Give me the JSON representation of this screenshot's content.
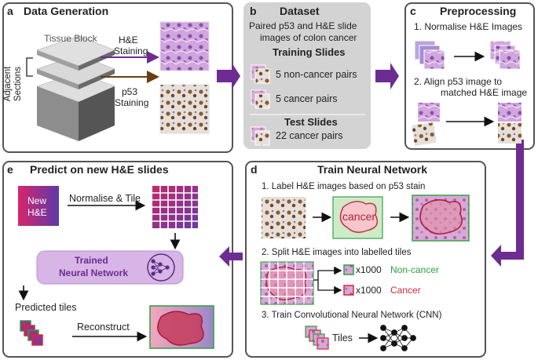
{
  "panels": {
    "a": {
      "letter": "a",
      "title": "Data Generation",
      "tissue_block": "Tissue Block",
      "he_staining": [
        "H&E",
        "Staining"
      ],
      "p53_staining": [
        "p53",
        "Staining"
      ],
      "adjacent_sections": [
        "Adjacent",
        "Sections"
      ]
    },
    "b": {
      "letter": "b",
      "title": "Dataset",
      "subtitle": [
        "Paired p53 and H&E slide",
        "images of colon cancer"
      ],
      "training_heading": "Training Slides",
      "training_items": [
        "5 non-cancer pairs",
        "5 cancer pairs"
      ],
      "test_heading": "Test  Slides",
      "test_items": [
        "22 cancer pairs"
      ]
    },
    "c": {
      "letter": "c",
      "title": "Preprocessing",
      "step1": "1. Normalise H&E Images",
      "step2": [
        "2. Align p53 image to",
        "matched H&E image"
      ]
    },
    "d": {
      "letter": "d",
      "title": "Train Neural Network",
      "step1": "1. Label H&E images based on p53 stain",
      "cancer_label": "cancer",
      "step2": "2. Split H&E images into labelled tiles",
      "noncancer_count": "x1000",
      "noncancer_label": "Non-cancer",
      "cancer_count": "x1000",
      "cancer_tile_label": "Cancer",
      "step3": "3. Train Convolutional Neural Network (CNN)",
      "tiles_label": "Tiles"
    },
    "e": {
      "letter": "e",
      "title": "Predict on new H&E slides",
      "new_he": [
        "New",
        "H&E"
      ],
      "normalise_tile": "Normalise & Tile",
      "trained_nn": [
        "Trained",
        "Neural Network"
      ],
      "predicted_tiles": "Predicted tiles",
      "reconstruct": "Reconstruct"
    }
  },
  "colors": {
    "arrow_purple": "#6d2c91",
    "he_pink": "#b27ac8",
    "cancer_red": "#d22b3c",
    "noncancer_green": "#2e9e44",
    "panel_b_gray": "#d3d3d3",
    "nn_box": "#d7b5e6",
    "new_he_gradient": [
      "#d6266b",
      "#5b3aa7"
    ]
  }
}
